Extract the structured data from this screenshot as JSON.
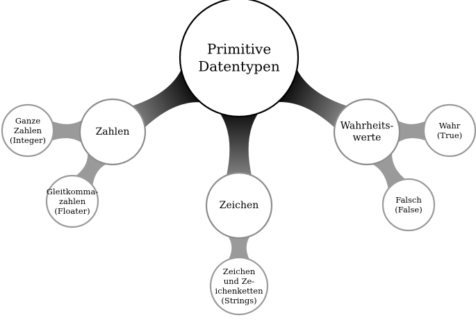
{
  "colors": {
    "main_border": "#000000",
    "level1_border": "#8c8c8c",
    "level2_border": "#9a9a9a",
    "fill": "#ffffff",
    "text": "#000000"
  },
  "mindmap": {
    "root": {
      "id": "primitive-datentypen",
      "lines": [
        "Primitive",
        "Datentypen"
      ]
    },
    "branches": [
      {
        "id": "zahlen",
        "lines": [
          "Zahlen"
        ],
        "children": [
          {
            "id": "ganze-zahlen",
            "lines": [
              "Ganze",
              "Zahlen",
              "(Integer)"
            ]
          },
          {
            "id": "gleitkommazahlen",
            "lines": [
              "Gleitkomma-",
              "zahlen",
              "(Floater)"
            ]
          }
        ]
      },
      {
        "id": "zeichen",
        "lines": [
          "Zeichen"
        ],
        "children": [
          {
            "id": "zeichen-und-zeichenketten",
            "lines": [
              "Zeichen",
              "und Ze-",
              "ichenketten",
              "(Strings)"
            ]
          }
        ]
      },
      {
        "id": "wahrheitswerte",
        "lines": [
          "Wahrheits-",
          "werte"
        ],
        "children": [
          {
            "id": "wahr",
            "lines": [
              "Wahr",
              "(True)"
            ]
          },
          {
            "id": "falsch",
            "lines": [
              "Falsch",
              "(False)"
            ]
          }
        ]
      }
    ]
  }
}
